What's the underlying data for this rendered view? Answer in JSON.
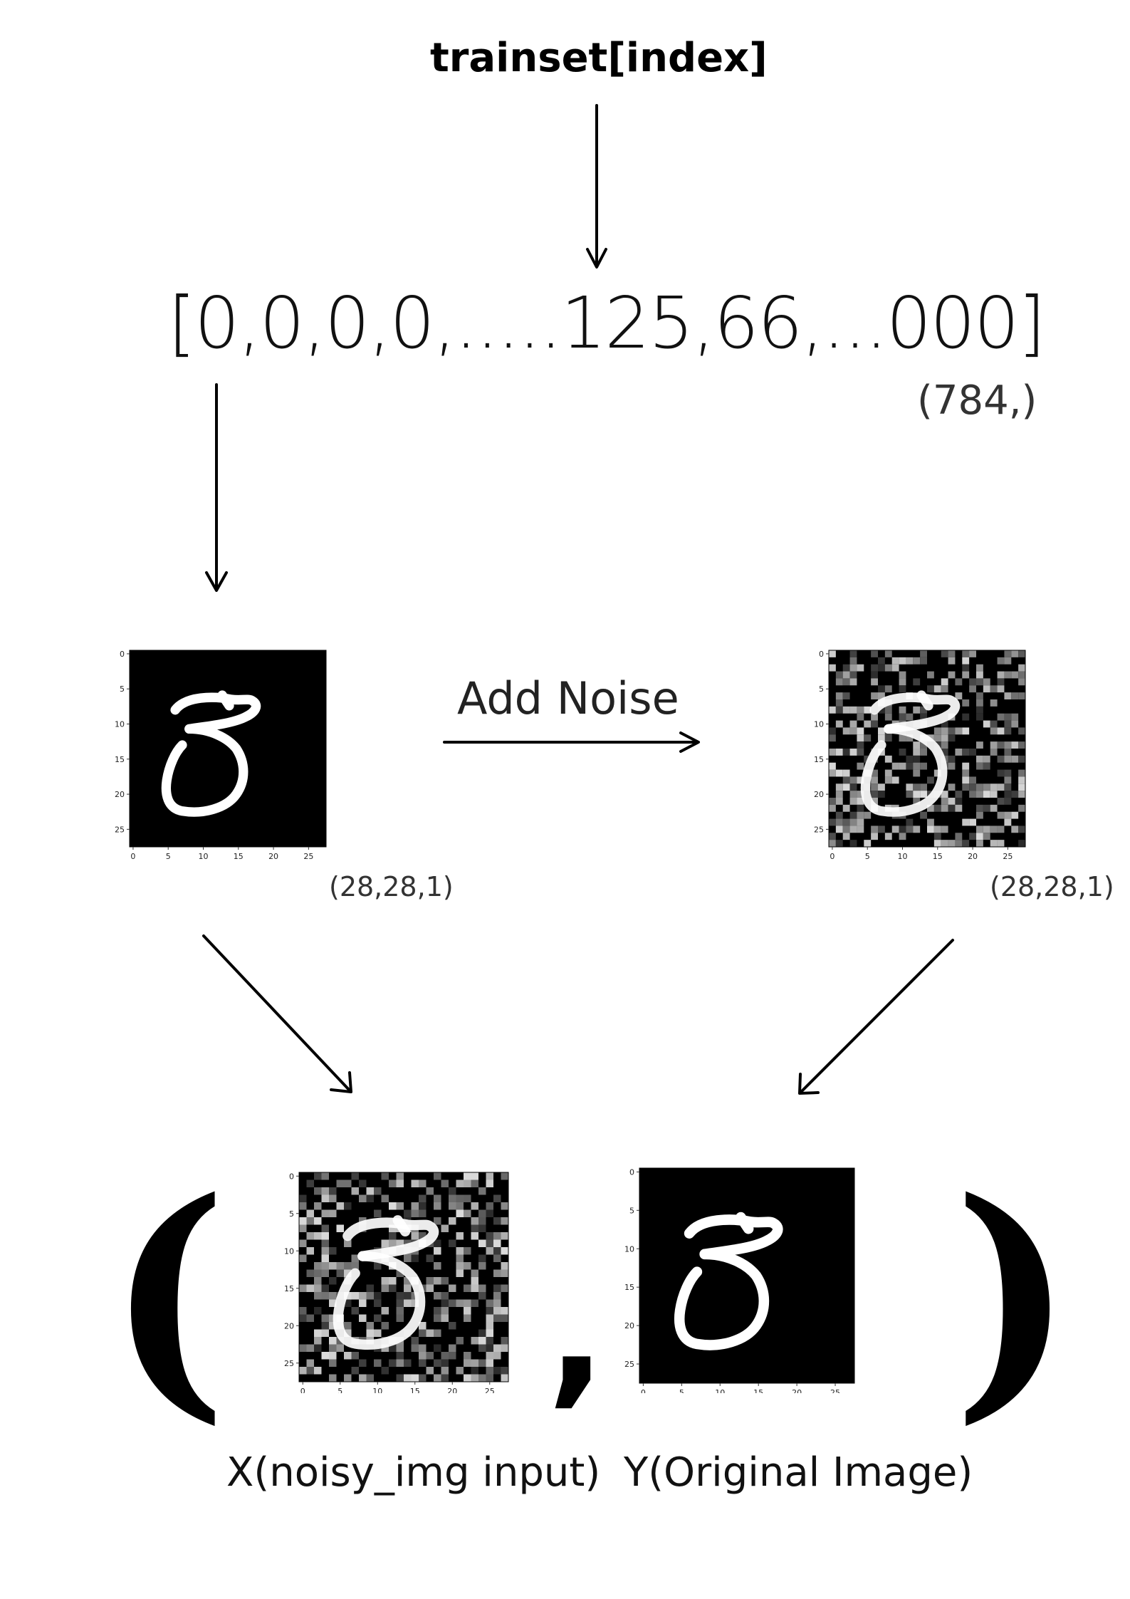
{
  "title": "trainset[index]",
  "array_text": "[0,0,0,0,.....125,66,...000]",
  "array_shape": "(784,)",
  "image_shape_left": "(28,28,1)",
  "image_shape_right": "(28,28,1)",
  "noise_label": "Add Noise",
  "tuple": {
    "open": "(",
    "comma": ",",
    "close": ")"
  },
  "captions": {
    "x": "X(noisy_img input)",
    "y": "Y(Original Image)"
  },
  "image_axis": {
    "y_ticks": [
      "0",
      "5",
      "10",
      "15",
      "20",
      "25"
    ],
    "x_ticks": [
      "0",
      "5",
      "10",
      "15",
      "20",
      "25"
    ]
  },
  "colors": {
    "background": "#ffffff",
    "ink": "#000000",
    "image_bg": "#000000",
    "digit": "#ffffff"
  }
}
